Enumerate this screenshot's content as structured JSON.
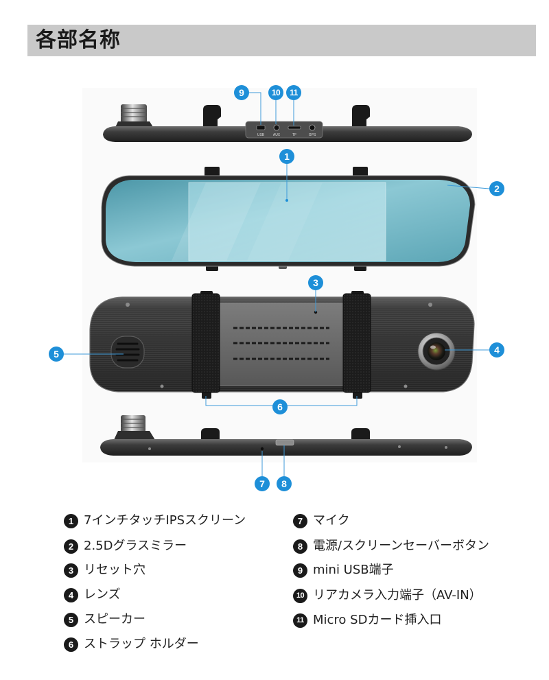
{
  "header": {
    "title": "各部名称"
  },
  "colors": {
    "header_bg": "#c9c9c9",
    "callout_blue": "#1e8fd8",
    "callout_line": "#3d9ad9",
    "legend_badge": "#1a1a1a",
    "mirror_glass": "#7cc3cf"
  },
  "diagram": {
    "port_labels": [
      "USB",
      "AUX",
      "TF",
      "GPS"
    ],
    "callouts": [
      "1",
      "2",
      "3",
      "4",
      "5",
      "6",
      "7",
      "8",
      "9",
      "10",
      "11"
    ]
  },
  "legend": {
    "items": [
      {
        "number": "1",
        "label": "7インチタッチIPSスクリーン"
      },
      {
        "number": "2",
        "label": "2.5Dグラスミラー"
      },
      {
        "number": "3",
        "label": "リセット穴"
      },
      {
        "number": "4",
        "label": "レンズ"
      },
      {
        "number": "5",
        "label": "スピーカー"
      },
      {
        "number": "6",
        "label": "ストラップ ホルダー"
      },
      {
        "number": "7",
        "label": "マイク"
      },
      {
        "number": "8",
        "label": "電源/スクリーンセーバーボタン"
      },
      {
        "number": "9",
        "label": "mini USB端子"
      },
      {
        "number": "10",
        "label": "リアカメラ入力端子（AV-IN）"
      },
      {
        "number": "11",
        "label": "Micro SDカード挿入口"
      }
    ]
  }
}
